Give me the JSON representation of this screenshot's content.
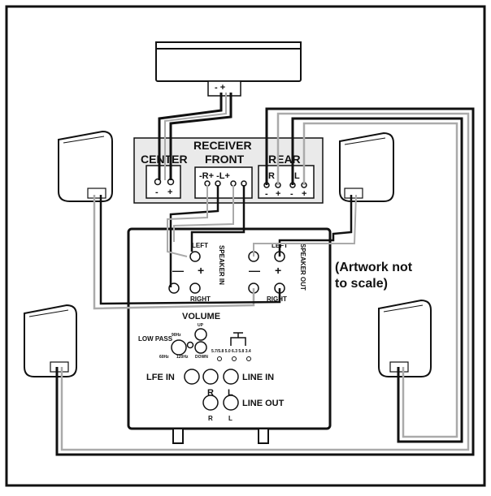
{
  "receiver": {
    "title": "RECEIVER",
    "front": "FRONT",
    "center": "CENTER",
    "rear": "REAR",
    "front_terminals": "-R+  -L+",
    "rear_r": "R",
    "rear_l": "L",
    "minus": "-",
    "plus": "+"
  },
  "center_speaker": {
    "terminals": "- +"
  },
  "subwoofer": {
    "left": "LEFT",
    "right": "RIGHT",
    "speaker_in": "SPEAKER IN",
    "speaker_out": "SPEAKER OUT",
    "minus": "—",
    "plus": "+",
    "volume": "VOLUME",
    "up": "UP",
    "down": "DOWN",
    "low_pass": "LOW PASS",
    "freq_90": "90Hz",
    "freq_60": "60Hz",
    "freq_120": "120Hz",
    "switch_labels": "5.7/5.8 5.0 6.3 5.8 3.4",
    "lfe_in": "LFE IN",
    "line_in": "LINE IN",
    "line_out": "LINE OUT",
    "r": "R",
    "l": "L"
  },
  "note": {
    "line1": "(Artwork not",
    "line2": "to scale)"
  },
  "colors": {
    "ink": "#111111",
    "wire_gray": "#aaaaaa",
    "panel_gray": "#eaeaea",
    "background": "#ffffff"
  }
}
